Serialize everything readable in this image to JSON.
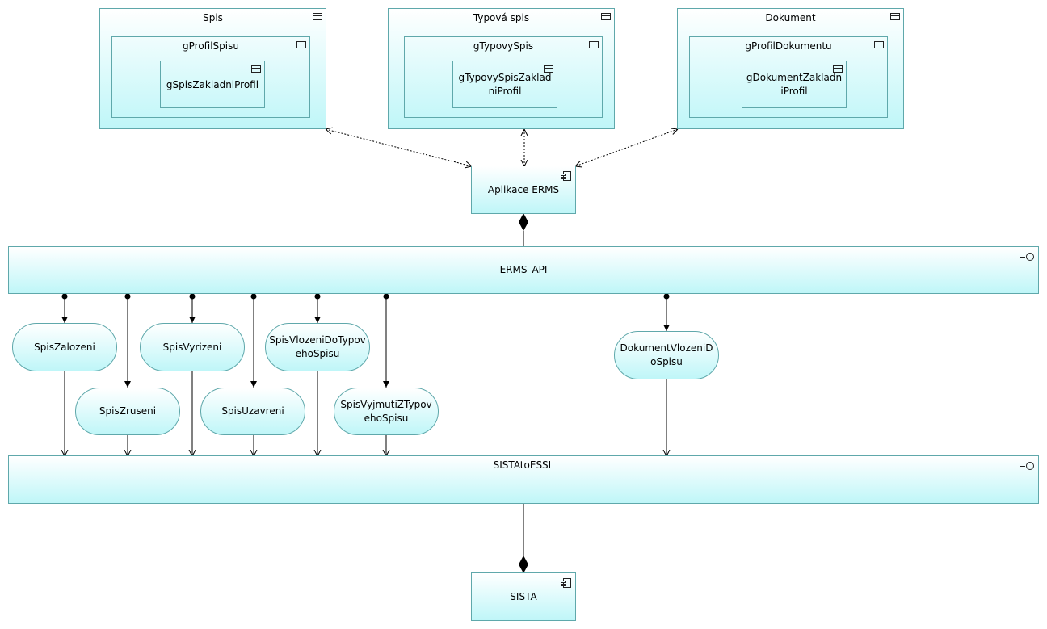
{
  "groups": {
    "spis": {
      "label": "Spis",
      "inner": "gProfilSpisu",
      "leaf": "gSpisZakladniProfil"
    },
    "typova": {
      "label": "Typová spis",
      "inner": "gTypovySpis",
      "leaf": "gTypovySpisZakladniProfil"
    },
    "dokument": {
      "label": "Dokument",
      "inner": "gProfilDokumentu",
      "leaf": "gDokumentZakladniProfil"
    }
  },
  "components": {
    "erms": "Aplikace ERMS",
    "sista": "SISTA"
  },
  "interfaces": {
    "erms_api": "ERMS_API",
    "sista_to_essl": "SISTAtoESSL"
  },
  "services": {
    "zalozeni": "SpisZalozeni",
    "zruseni": "SpisZruseni",
    "vyrizeni": "SpisVyrizeni",
    "uzavreni": "SpisUzavreni",
    "vlozeni_typove": "SpisVlozeniDoTypovehoSpisu",
    "vyjmuti_typove": "SpisVyjmutiZTypovehoSpisu",
    "dokument_vlozeni": "DokumentVlozeniDoSpisu"
  },
  "icons": {
    "object": "business-object-icon",
    "component": "application-component-icon",
    "interface": "interface-icon"
  },
  "colors": {
    "fill_top": "#ffffff",
    "fill_bottom": "#bff6f8",
    "border": "#5fa8ab",
    "line": "#000000"
  }
}
